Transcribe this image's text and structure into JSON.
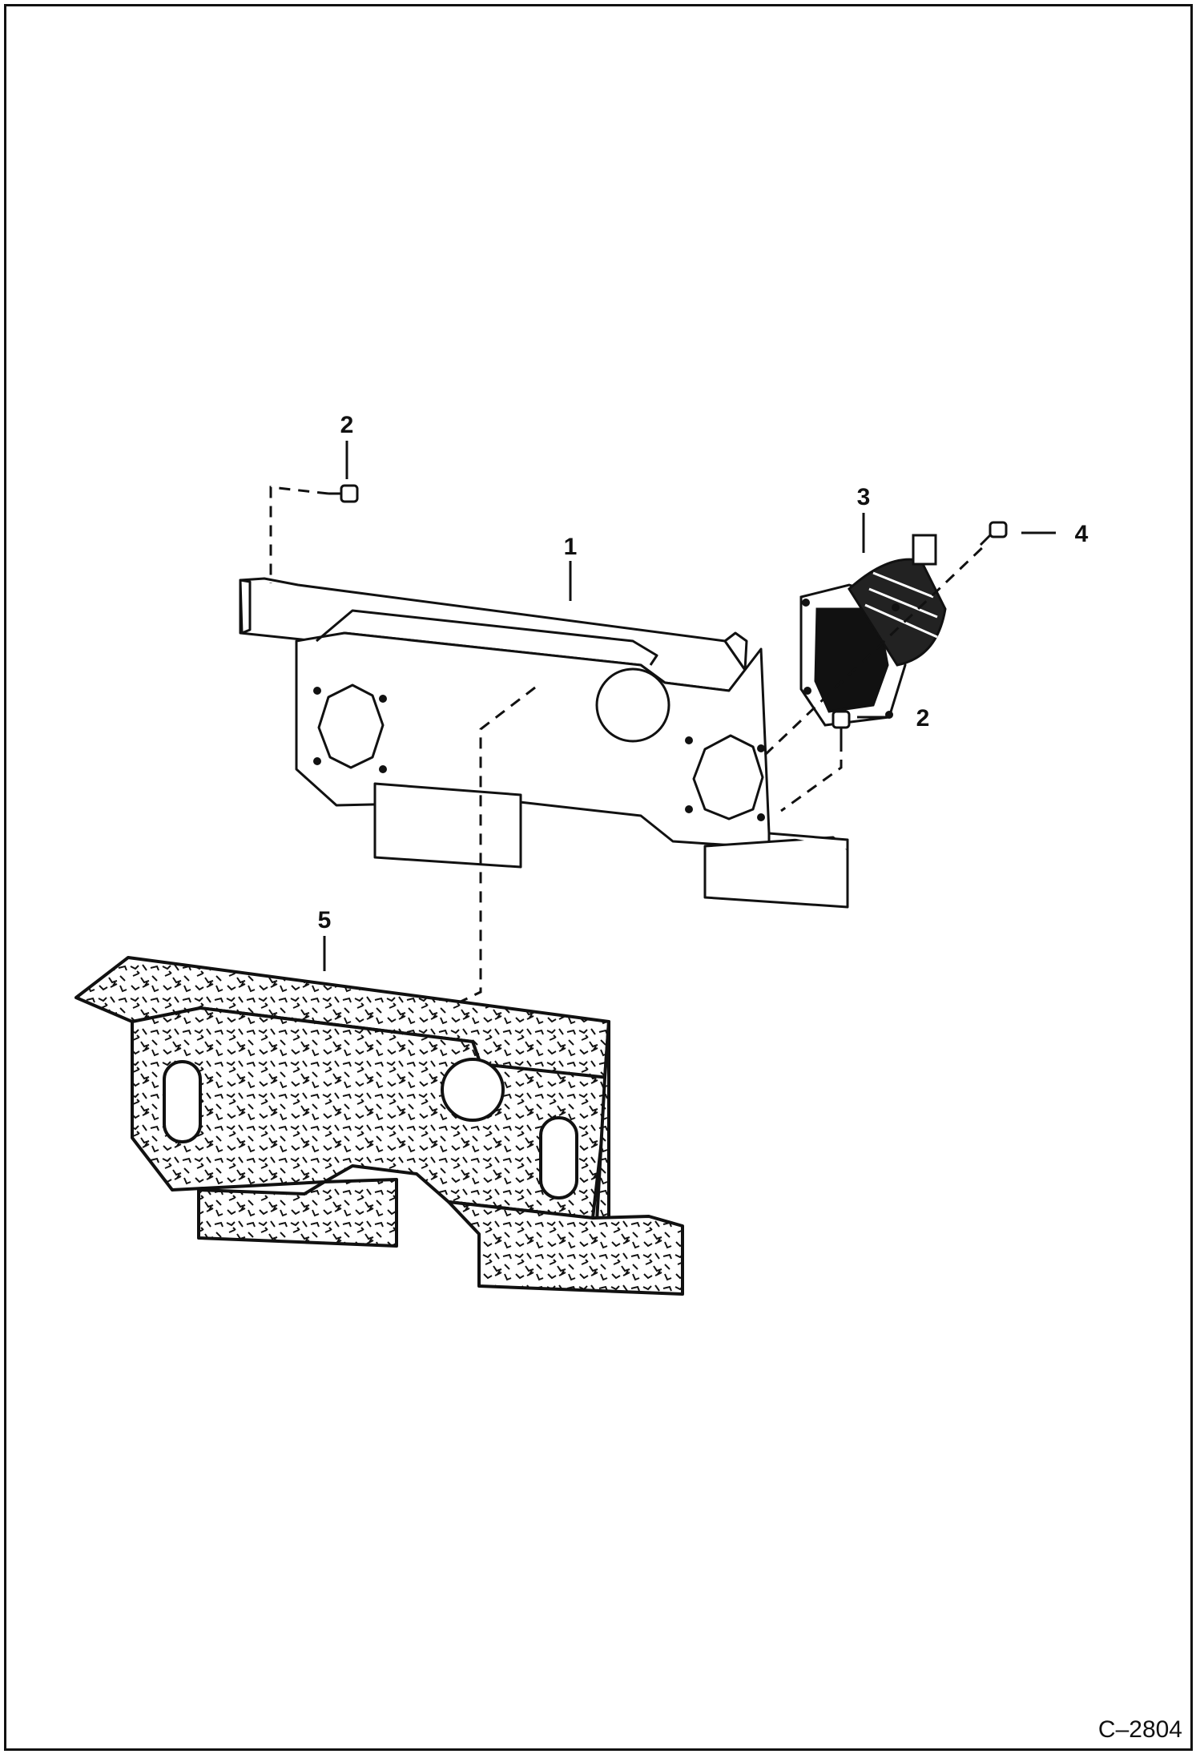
{
  "figure": {
    "code": "C–2804",
    "callouts": [
      {
        "id": "1",
        "label": "1"
      },
      {
        "id": "2a",
        "label": "2"
      },
      {
        "id": "2b",
        "label": "2"
      },
      {
        "id": "3",
        "label": "3"
      },
      {
        "id": "4",
        "label": "4"
      },
      {
        "id": "5",
        "label": "5"
      }
    ],
    "parts": [
      {
        "id": "1",
        "icon": "panel-bracket-icon"
      },
      {
        "id": "2",
        "icon": "screw-icon"
      },
      {
        "id": "3",
        "icon": "rubber-boot-icon"
      },
      {
        "id": "4",
        "icon": "screw-icon"
      },
      {
        "id": "5",
        "icon": "insulation-pad-icon"
      }
    ]
  }
}
